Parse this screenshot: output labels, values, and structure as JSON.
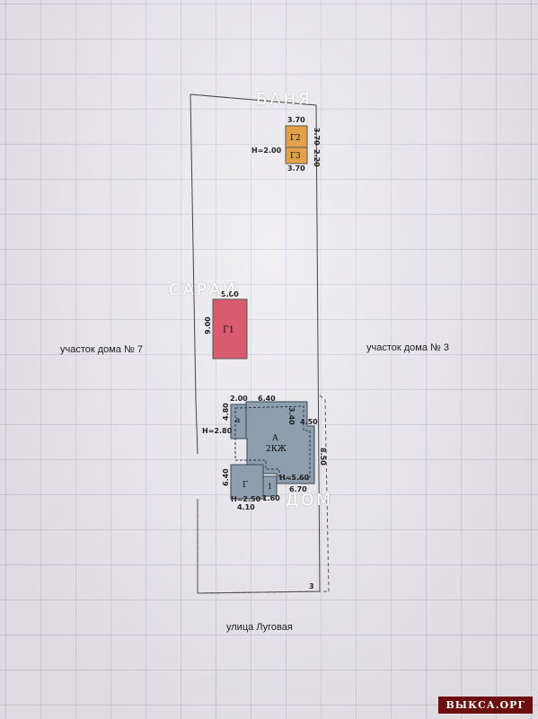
{
  "labels": {
    "banya": "БАНЯ",
    "sarai": "САРАИ",
    "dom": "ДОМ",
    "left_plot": "участок дома № 7",
    "right_plot": "участок дома № 3",
    "street": "улица Луговая",
    "watermark": "ВЫКСА.ОРГ"
  },
  "banya": {
    "g2": "Г2",
    "g3": "Г3",
    "dim_top": "3.70",
    "dim_bottom": "3.70",
    "dim_right_top": "3.70",
    "dim_right_bottom": "2.20",
    "height": "Н=2.00"
  },
  "sarai": {
    "g1": "Г1",
    "dim_top": "5.00",
    "dim_left": "9.00"
  },
  "house": {
    "label_a": "А",
    "label_2kzh": "2КЖ",
    "label_a_small": "а",
    "label_g": "Г",
    "label_1": "1",
    "dim_2_00": "2.00",
    "dim_6_40_top": "6.40",
    "dim_4_80": "4.80",
    "dim_3_40": "3.40",
    "dim_4_50": "4.50",
    "dim_8_50": "8.50",
    "dim_6_40_left": "6.40",
    "dim_6_70": "6.70",
    "dim_4_10": "4.10",
    "dim_1_60": "1.60",
    "height_left": "Н=2.80",
    "height_right": "Н=5.60",
    "height_bottom": "Н=2.50"
  },
  "plot": {
    "corner_number": "3"
  },
  "colors": {
    "banya_fill": "#e3a24a",
    "sarai_fill": "#d95b6e",
    "house_fill": "#8d9fae",
    "label_white": "#ffffff",
    "watermark_bg": "#6b0f0f"
  }
}
